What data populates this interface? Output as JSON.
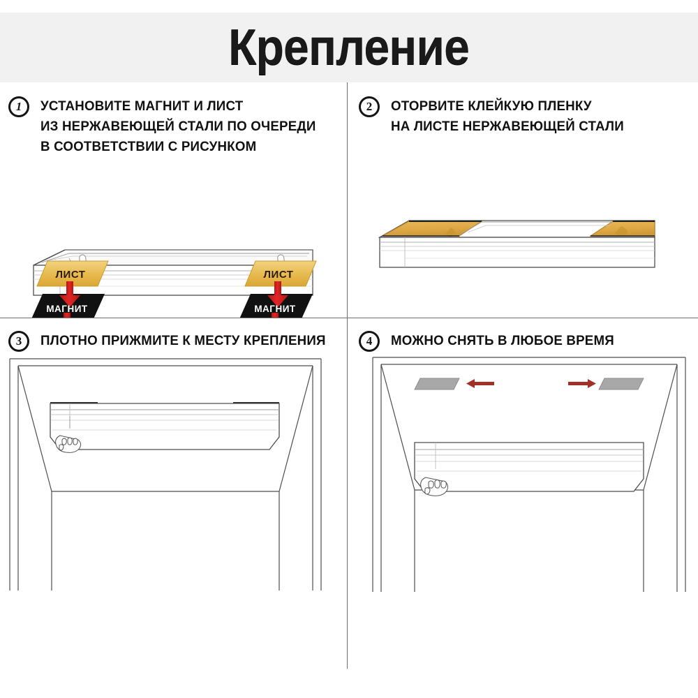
{
  "header": {
    "title": "Крепление"
  },
  "colors": {
    "header_band": "#f1f1f1",
    "title_text": "#1a1a1a",
    "divider": "#6d6d6d",
    "sheet_tag_fill": "#e8b94d",
    "sheet_tag_text": "#2a1d05",
    "magnet_tag_fill": "#111111",
    "magnet_tag_text": "#ffffff",
    "arrow_red": "#d61f1f",
    "arrow_dark_red": "#a03028",
    "adhesive_film": "#e0a948",
    "magnet_strip_gray": "#a8a8a8",
    "line_art": "#4a4a4a"
  },
  "steps": [
    {
      "number": "1",
      "lines": [
        "УСТАНОВИТЕ МАГНИТ И ЛИСТ",
        "ИЗ НЕРЖАВЕЮЩЕЙ СТАЛИ ПО ОЧЕРЕДИ",
        "В СООТВЕТСТВИИ С РИСУНКОМ"
      ],
      "diagram": {
        "name": "magnet-and-steel-sheet-placement",
        "tags": [
          {
            "label": "ЛИСТ",
            "kind": "steel-sheet"
          },
          {
            "label": "МАГНИТ",
            "kind": "magnet"
          },
          {
            "label": "ЛИСТ",
            "kind": "steel-sheet"
          },
          {
            "label": "МАГНИТ",
            "kind": "magnet"
          }
        ],
        "arrows": 4,
        "arrow_direction": "down"
      }
    },
    {
      "number": "2",
      "lines": [
        "ОТОРВИТЕ КЛЕЙКУЮ ПЛЕНКУ",
        "НА ЛИСТЕ НЕРЖАВЕЮЩЕЙ СТАЛИ"
      ],
      "diagram": {
        "name": "peel-adhesive-film",
        "film_patches": 2
      }
    },
    {
      "number": "3",
      "lines": [
        "ПЛОТНО ПРИЖМИТЕ К МЕСТУ КРЕПЛЕНИЯ"
      ],
      "diagram": {
        "name": "press-fixture-into-doorway",
        "shows": "doorframe-with-mounted-panel"
      }
    },
    {
      "number": "4",
      "lines": [
        "МОЖНО СНЯТЬ В ЛЮБОЕ ВРЕМЯ"
      ],
      "diagram": {
        "name": "removable-anytime",
        "shows": "doorframe-with-detached-panel",
        "strips": 2,
        "arrows": [
          {
            "direction": "left"
          },
          {
            "direction": "right"
          }
        ]
      }
    }
  ]
}
